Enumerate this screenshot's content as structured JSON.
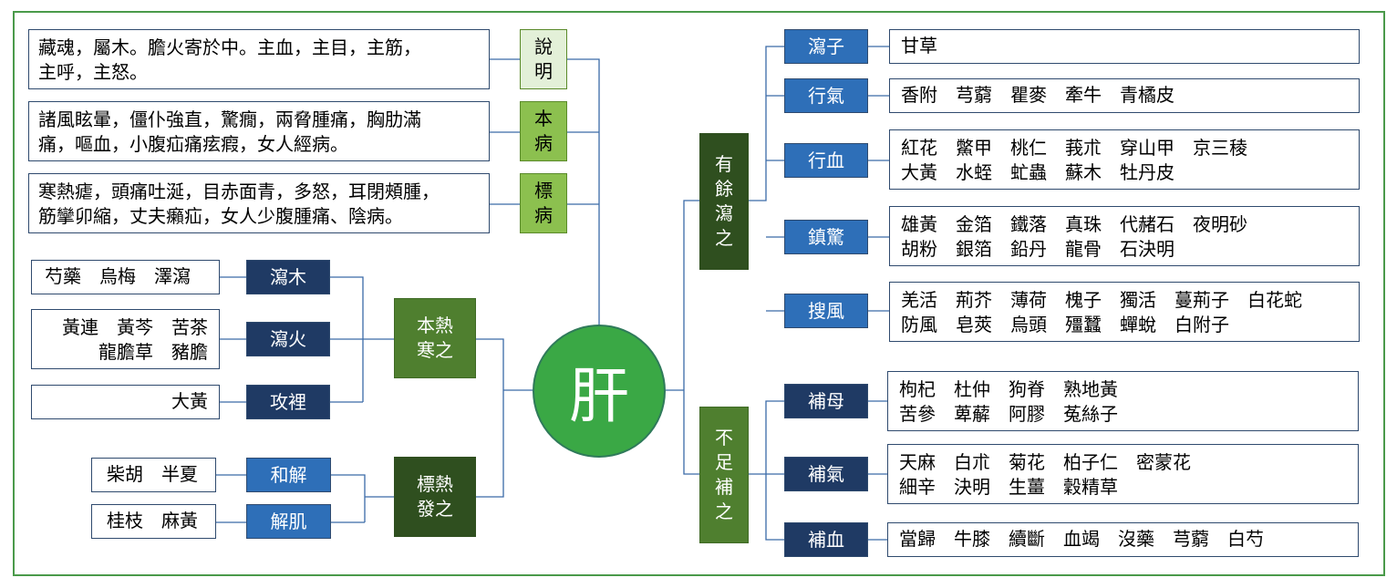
{
  "center": "肝",
  "left_top": [
    {
      "label": "說\n明",
      "text": "藏魂，屬木。膽火寄於中。主血，主目，主筋，\n主呼，主怒。"
    },
    {
      "label": "本\n病",
      "text": "諸風眩暈，僵仆強直，驚癇，兩脅腫痛，胸肋滿\n痛，嘔血，小腹疝痛痃瘕，女人經病。"
    },
    {
      "label": "標\n病",
      "text": "寒熱瘧，頭痛吐涎，目赤面青，多怒，耳閉頰腫，\n筋攣卯縮，丈夫癩疝，女人少腹腫痛、陰病。"
    }
  ],
  "groups": {
    "benre": {
      "label": "本熱\n寒之",
      "items": [
        {
          "label": "瀉木",
          "herbs": "芍藥　烏梅　澤瀉"
        },
        {
          "label": "瀉火",
          "herbs": "黃連　黃芩　苦茶\n龍膽草　豬膽"
        },
        {
          "label": "攻裡",
          "herbs": "大黃"
        }
      ]
    },
    "biaore": {
      "label": "標熱\n發之",
      "items": [
        {
          "label": "和解",
          "herbs": "柴胡　半夏"
        },
        {
          "label": "解肌",
          "herbs": "桂枝　麻黃"
        }
      ]
    },
    "youyu": {
      "label": "有\n餘\n瀉\n之",
      "items": [
        {
          "label": "瀉子",
          "herbs": "甘草"
        },
        {
          "label": "行氣",
          "herbs": "香附　芎藭　瞿麥　牽牛　青橘皮"
        },
        {
          "label": "行血",
          "herbs": "紅花　鱉甲　桃仁　莪朮　穿山甲　京三稜\n大黃　水蛭　虻蟲　蘇木　牡丹皮"
        },
        {
          "label": "鎮驚",
          "herbs": "雄黃　金箔　鐵落　真珠　代赭石　夜明砂\n胡粉　銀箔　鉛丹　龍骨　石決明"
        },
        {
          "label": "搜風",
          "herbs": "羌活　荊芥　薄荷　槐子　獨活　蔓荊子　白花蛇\n防風　皂莢　烏頭　殭蠶　蟬蛻　白附子"
        }
      ]
    },
    "buzu": {
      "label": "不\n足\n補\n之",
      "items": [
        {
          "label": "補母",
          "herbs": "枸杞　杜仲　狗脊　熟地黃\n苦參　萆薢　阿膠　菟絲子"
        },
        {
          "label": "補氣",
          "herbs": "天麻　白朮　菊花　柏子仁　密蒙花\n細辛　決明　生薑　穀精草"
        },
        {
          "label": "補血",
          "herbs": "當歸　牛膝　續斷　血竭　沒藥　芎藭　白芍"
        }
      ]
    }
  }
}
